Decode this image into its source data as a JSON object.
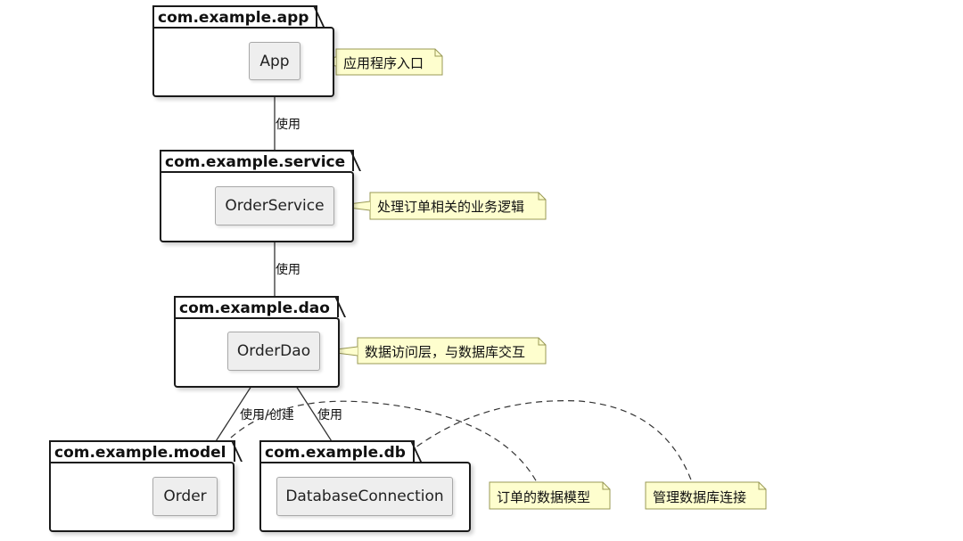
{
  "colors": {
    "note_fill": "#fefece",
    "note_border": "#999955",
    "class_fill": "#eeeeee",
    "line": "#333333"
  },
  "packages": {
    "app": {
      "name": "com.example.app",
      "class": "App",
      "note": "应用程序入口"
    },
    "service": {
      "name": "com.example.service",
      "class": "OrderService",
      "note": "处理订单相关的业务逻辑"
    },
    "dao": {
      "name": "com.example.dao",
      "class": "OrderDao",
      "note": "数据访问层，与数据库交互"
    },
    "model": {
      "name": "com.example.model",
      "class": "Order",
      "note": "订单的数据模型"
    },
    "db": {
      "name": "com.example.db",
      "class": "DatabaseConnection",
      "note": "管理数据库连接"
    }
  },
  "edges": {
    "app_service": "使用",
    "service_dao": "使用",
    "dao_model": "使用/创建",
    "dao_db": "使用"
  }
}
